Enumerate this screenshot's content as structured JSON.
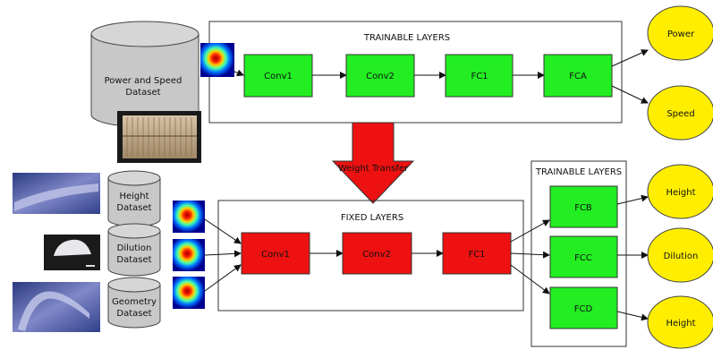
{
  "top": {
    "section_label": "TRAINABLE LAYERS",
    "dataset_label_line1": "Power and Speed",
    "dataset_label_line2": "Dataset",
    "layers": [
      "Conv1",
      "Conv2",
      "FC1",
      "FCA"
    ],
    "outputs": [
      "Power",
      "Speed"
    ]
  },
  "transfer": {
    "label": "Weight Transfer"
  },
  "bottom": {
    "section_label": "FIXED LAYERS",
    "layers": [
      "Conv1",
      "Conv2",
      "FC1"
    ],
    "datasets": [
      {
        "line1": "Height",
        "line2": "Dataset"
      },
      {
        "line1": "Dilution",
        "line2": "Dataset"
      },
      {
        "line1": "Geometry",
        "line2": "Dataset"
      }
    ]
  },
  "right": {
    "section_label": "TRAINABLE LAYERS",
    "layers": [
      "FCB",
      "FCC",
      "FCD"
    ],
    "outputs": [
      "Height",
      "Dilution",
      "Height"
    ]
  },
  "colors": {
    "trainable": "#22ee22",
    "fixed": "#ee1111",
    "output": "#ffee00",
    "transfer_arrow": "#ee1111",
    "cylinder": "#c8c8c8"
  }
}
